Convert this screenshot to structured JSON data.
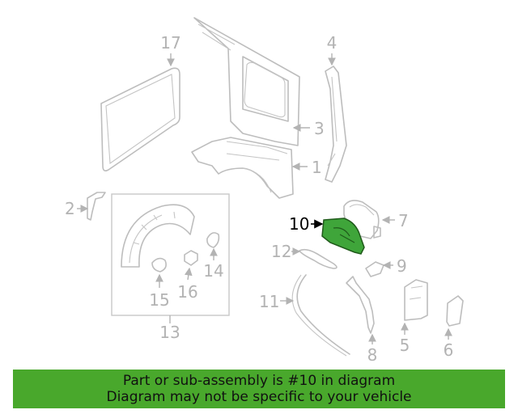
{
  "callouts": {
    "c1": "1",
    "c2": "2",
    "c3": "3",
    "c4": "4",
    "c5": "5",
    "c6": "6",
    "c7": "7",
    "c8": "8",
    "c9": "9",
    "c10": "10",
    "c11": "11",
    "c12": "12",
    "c13": "13",
    "c14": "14",
    "c15": "15",
    "c16": "16",
    "c17": "17"
  },
  "highlight": {
    "part": "10",
    "color": "#3fa53a"
  },
  "banner": {
    "line1": "Part or sub-assembly is #10 in diagram",
    "line2": "Diagram may not be specific to your vehicle",
    "color": "#49a82c"
  }
}
